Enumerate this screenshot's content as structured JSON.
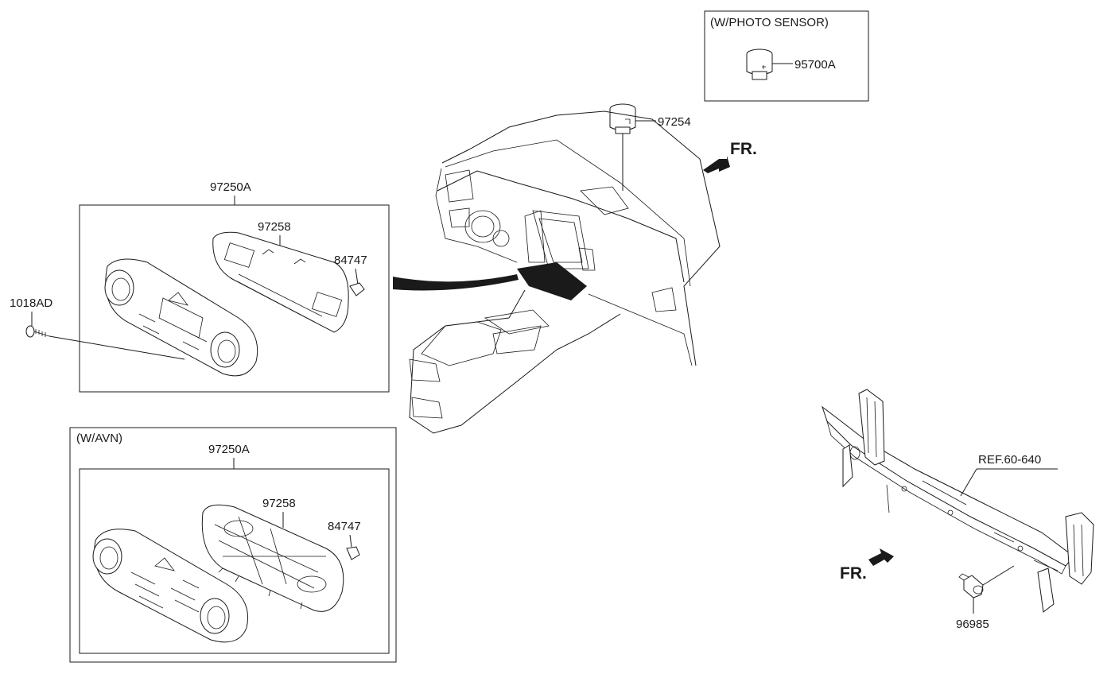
{
  "labels": {
    "photo_sensor_title": "(W/PHOTO SENSOR)",
    "photo_sensor_part": "95700A",
    "sensor_part": "97254",
    "fr_top": "FR.",
    "control_assembly_top": "97250A",
    "panel_top": "97258",
    "clip_top": "84747",
    "screw": "1018AD",
    "avn_title": "(W/AVN)",
    "control_assembly_bottom": "97250A",
    "panel_bottom": "97258",
    "clip_bottom": "84747",
    "ref": "REF.60-640",
    "fr_bottom": "FR.",
    "ambient_sensor": "96985"
  }
}
